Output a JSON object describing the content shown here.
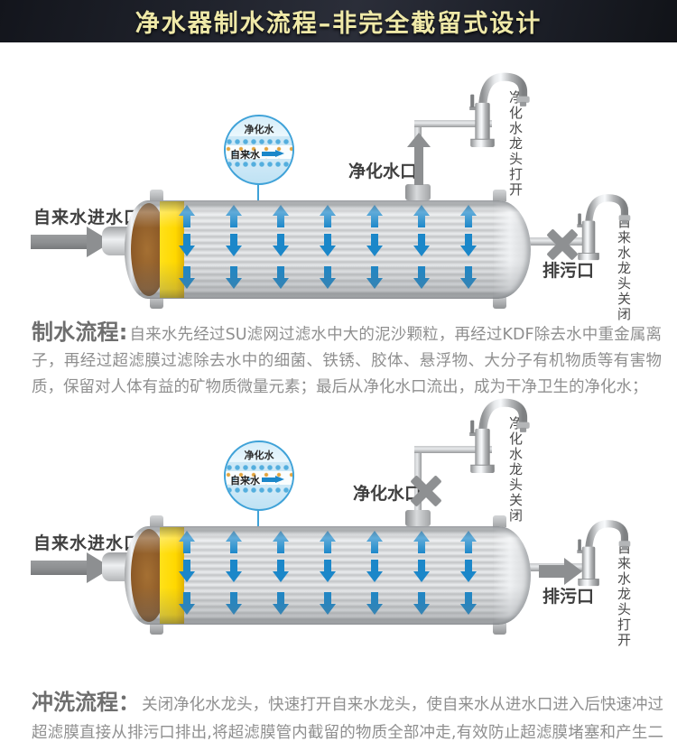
{
  "banner": {
    "title": "净水器制水流程–非完全截留式设计"
  },
  "callout": {
    "top_label": "净化水",
    "middle_label": "自来水"
  },
  "diagram1": {
    "inlet_label": "自来水进水口",
    "outlet_label": "净化水口",
    "drain_label": "排污口",
    "purified_faucet_label": "净化水龙头打开",
    "tap_faucet_label": "自来水龙头关闭"
  },
  "diagram2": {
    "inlet_label": "自来水进水口",
    "outlet_label": "净化水口",
    "drain_label": "排污口",
    "purified_faucet_label": "净化水龙头关闭",
    "tap_faucet_label": "自来水龙头打开"
  },
  "process_text": {
    "making_heading": "制水流程:",
    "making_body": "自来水先经过SU滤网过滤水中大的泥沙颗粒，再经过KDF除去水中重金属离子，再经过超滤膜过滤除去水中的细菌、铁锈、胶体、悬浮物、大分子有机物质等有害物质，保留对人体有益的矿物质微量元素；最后从净化水口流出，成为干净卫生的净化水；",
    "flushing_heading": "冲洗流程：",
    "flushing_body": "关闭净化水龙头，快速打开自来水龙头，使自来水从进水口进入后快速冲过超滤膜直接从排污口排出,将超滤膜管内截留的物质全部冲走,有效防止超滤膜堵塞和产生二次污染。"
  },
  "flow_arrows": {
    "columns": 7,
    "rows": [
      "up",
      "down",
      "down"
    ]
  },
  "colors": {
    "flow_blue": "#1b87c9",
    "pipe_gray": "#8d8f91",
    "membrane_yellow": "#ffd800",
    "kdf_brown": "#8a5826",
    "callout_border": "#3fa2d8",
    "banner_text": "#efe9a8",
    "banner_bg": "#1d2029"
  }
}
